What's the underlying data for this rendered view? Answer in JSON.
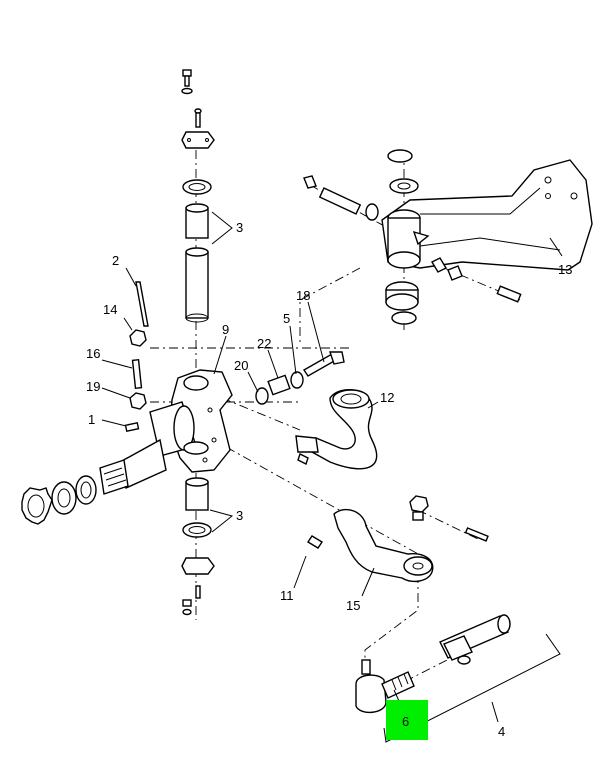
{
  "diagram": {
    "callouts": [
      {
        "id": "c2",
        "text": "2"
      },
      {
        "id": "c14",
        "text": "14"
      },
      {
        "id": "c16",
        "text": "16"
      },
      {
        "id": "c19",
        "text": "19"
      },
      {
        "id": "c1",
        "text": "1"
      },
      {
        "id": "c9",
        "text": "9"
      },
      {
        "id": "c3a",
        "text": "3"
      },
      {
        "id": "c3b",
        "text": "3"
      },
      {
        "id": "c22",
        "text": "22"
      },
      {
        "id": "c5",
        "text": "5"
      },
      {
        "id": "c18",
        "text": "18"
      },
      {
        "id": "c20",
        "text": "20"
      },
      {
        "id": "c12",
        "text": "12"
      },
      {
        "id": "c13",
        "text": "13"
      },
      {
        "id": "c11",
        "text": "11"
      },
      {
        "id": "c15",
        "text": "15"
      },
      {
        "id": "c4",
        "text": "4"
      },
      {
        "id": "c6",
        "text": "6"
      }
    ],
    "highlight": {
      "callout": "6",
      "color": "#00ee00"
    }
  }
}
